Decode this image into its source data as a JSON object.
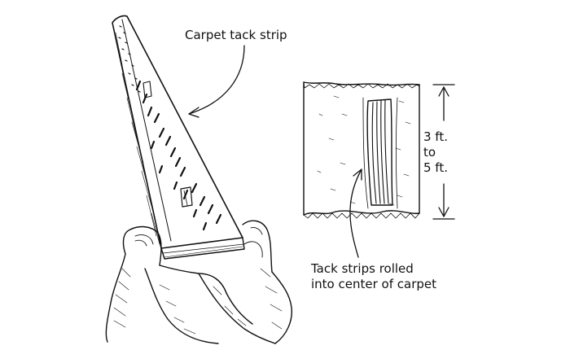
{
  "labels": {
    "carpet_tack_strip": "Carpet tack strip",
    "dimension_line1": "3 ft.",
    "dimension_line2": "to",
    "dimension_line3": "5 ft.",
    "tack_strips_line1": "Tack strips rolled",
    "tack_strips_line2": "into center of carpet"
  },
  "colors": {
    "ink": "#111111",
    "paper": "#ffffff"
  }
}
